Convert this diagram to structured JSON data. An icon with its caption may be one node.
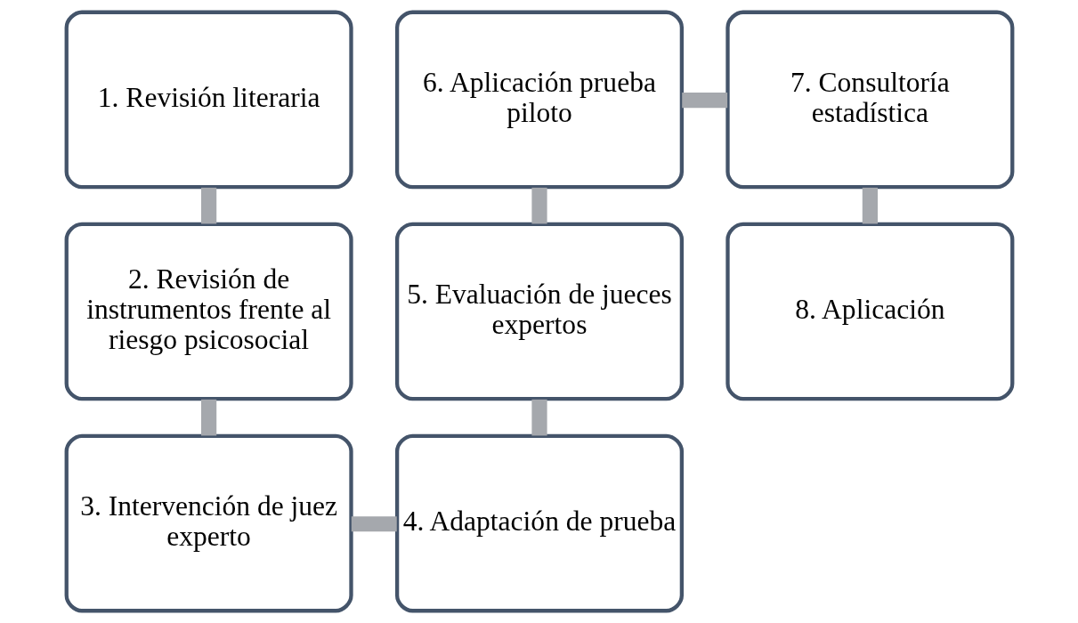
{
  "diagram": {
    "nodes": [
      {
        "text": [
          "1. Revisión literaria"
        ]
      },
      {
        "text": [
          "2. Revisión de instrumentos frente al riesgo psicosocial"
        ]
      },
      {
        "text": [
          "3. Intervención de juez experto"
        ]
      },
      {
        "text": [
          "4. Adaptación de prueba"
        ]
      },
      {
        "text": [
          "5. Evaluación de jueces expertos"
        ]
      },
      {
        "text": [
          "6. Aplicación prueba piloto"
        ]
      },
      {
        "text": [
          "7. Consultoría estadística"
        ]
      },
      {
        "text": [
          "8. Aplicación"
        ]
      }
    ],
    "edges": [
      {
        "from": 0,
        "to": 1,
        "arrow": "none"
      },
      {
        "from": 1,
        "to": 2,
        "arrow": "none"
      },
      {
        "from": 2,
        "to": 3,
        "arrow": "none"
      },
      {
        "from": 3,
        "to": 4,
        "arrow": "none"
      },
      {
        "from": 4,
        "to": 5,
        "arrow": "none"
      },
      {
        "from": 5,
        "to": 6,
        "arrow": "none"
      },
      {
        "from": 6,
        "to": 7,
        "arrow": "none"
      }
    ]
  }
}
